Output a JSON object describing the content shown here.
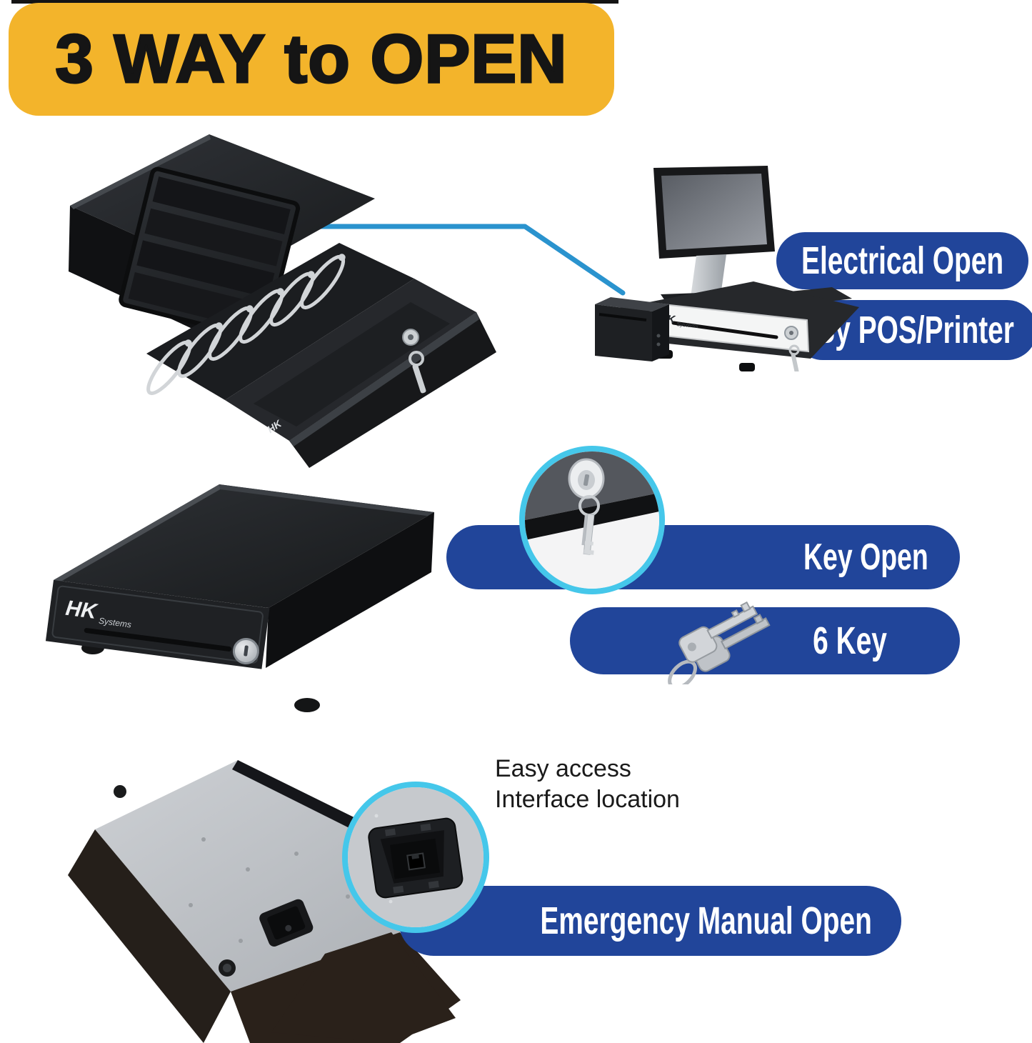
{
  "banner": {
    "title": "3 WAY to OPEN",
    "bg_color": "#F3B42B",
    "text_color": "#151515"
  },
  "theme": {
    "pill_color": "#21459A",
    "pill_text_color": "#FFFFFF",
    "ring_color": "#45C7EA",
    "connector_color": "#2A93CE"
  },
  "callouts": {
    "electrical": {
      "line1": "Electrical Open",
      "line2": "By POS/Printer"
    },
    "key": {
      "line1": "Key Open",
      "line2": "6 Key"
    },
    "manual": {
      "label": "Emergency Manual Open",
      "note_line1": "Easy access",
      "note_line2": "Interface location"
    }
  },
  "brand": {
    "name": "HK",
    "suffix": "Systems"
  }
}
